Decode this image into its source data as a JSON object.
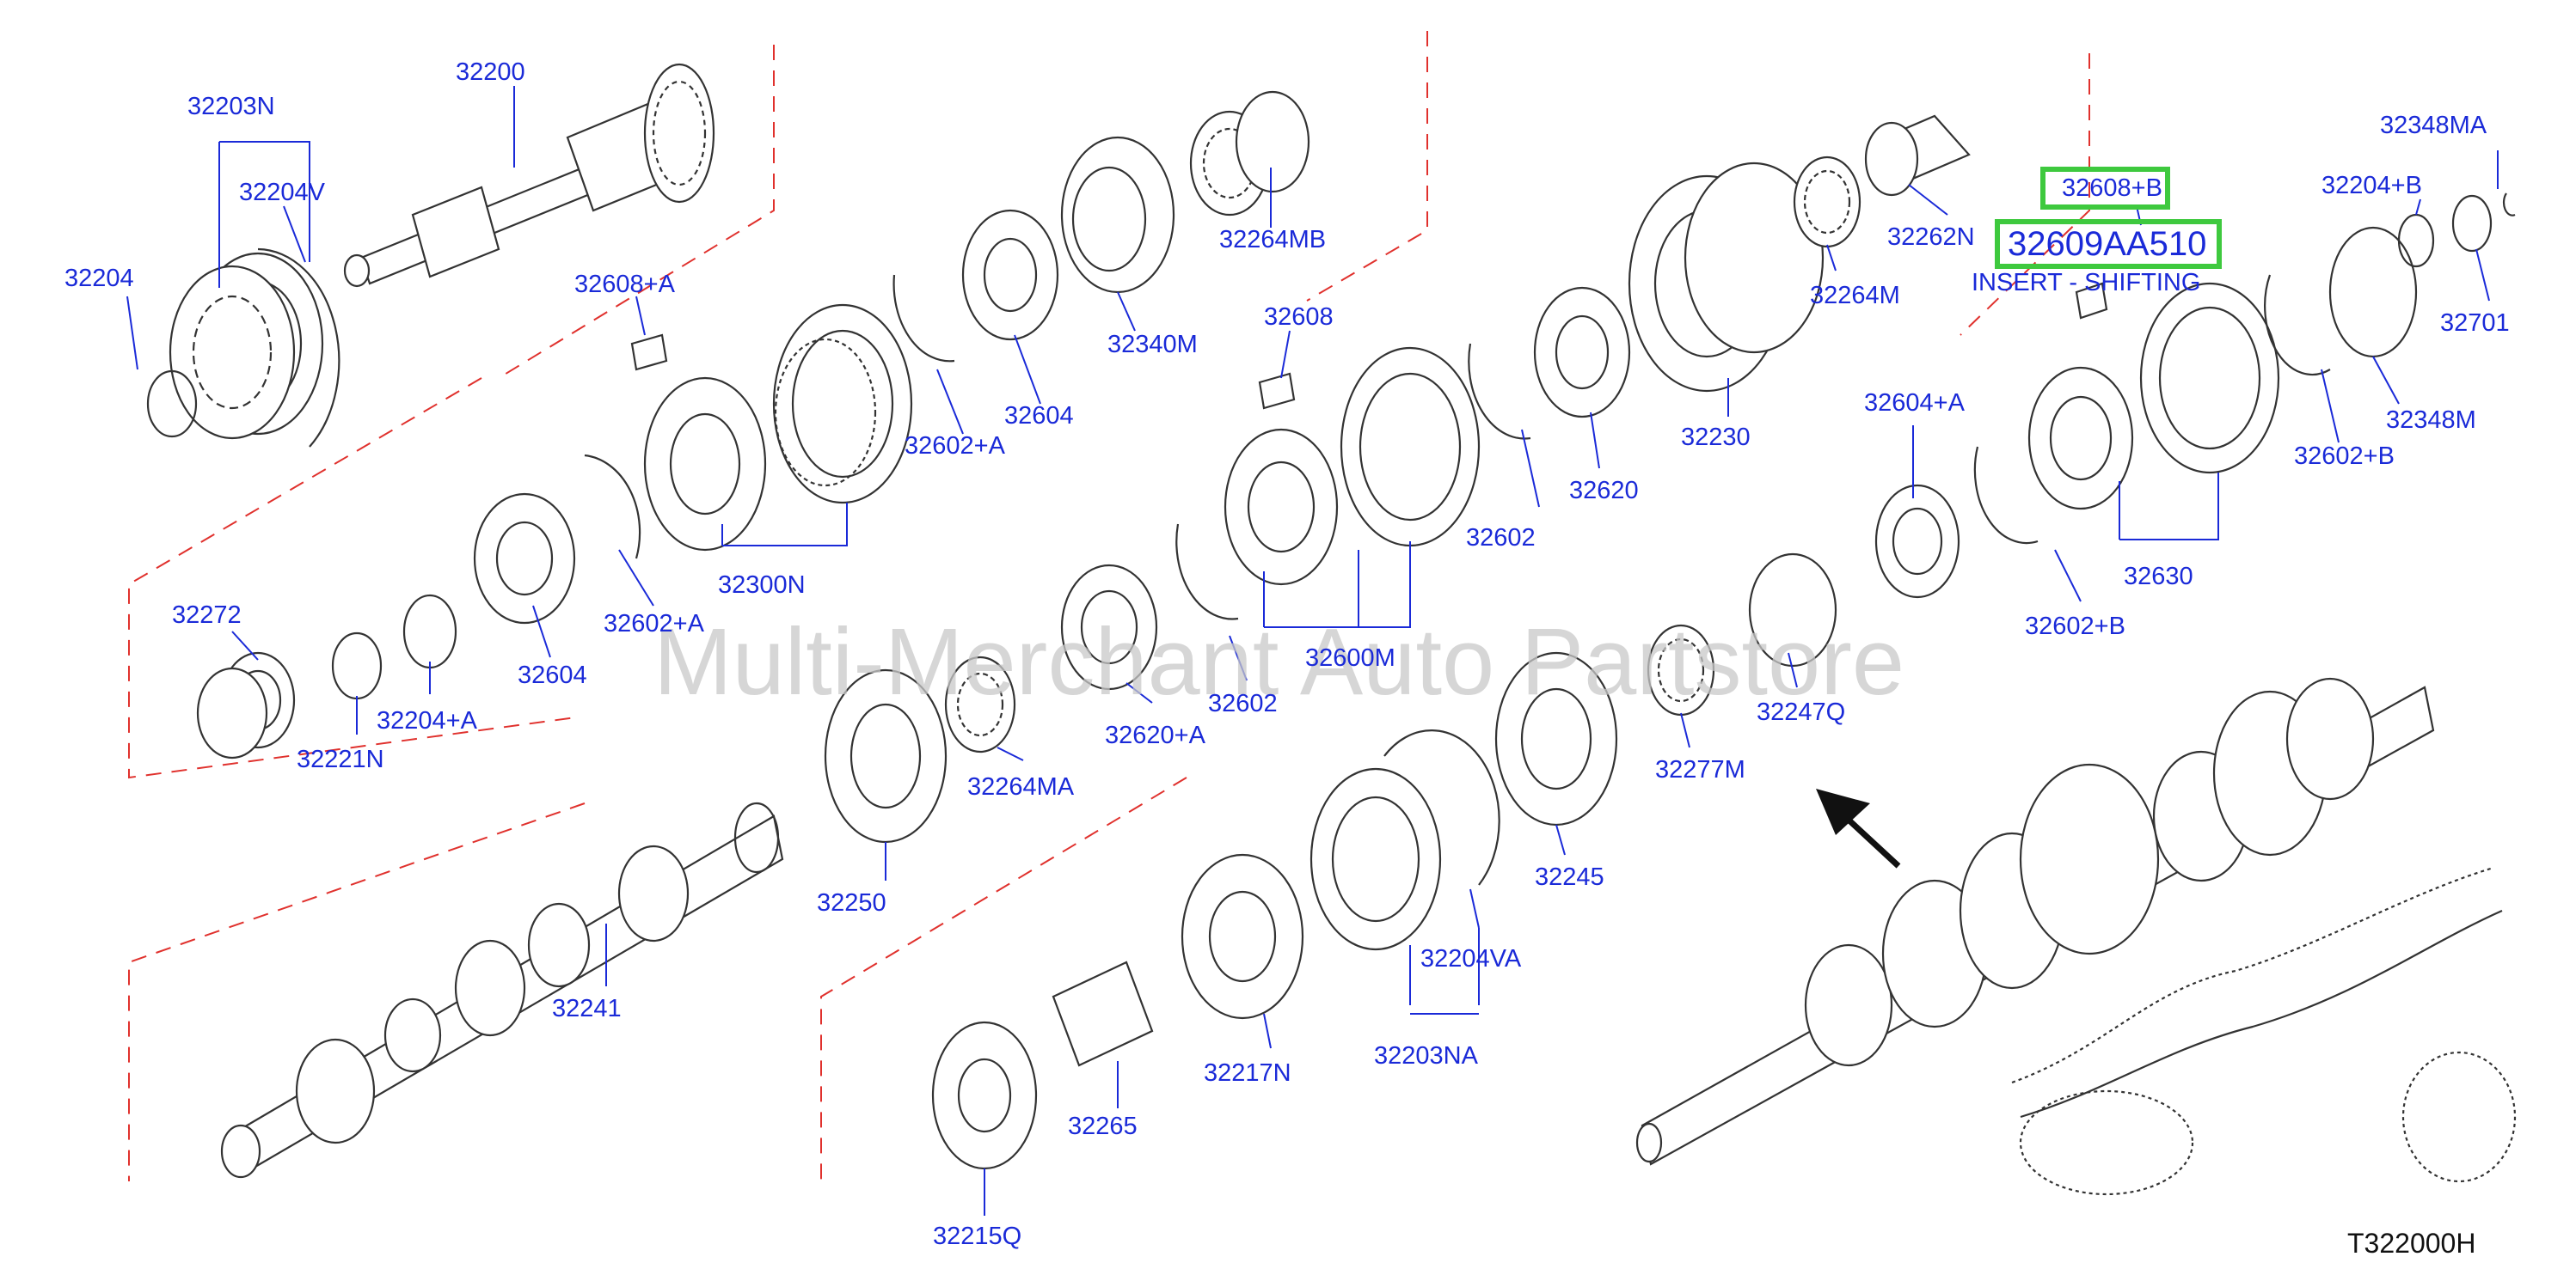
{
  "diagram": {
    "parts": [
      {
        "id": "p32200",
        "label": "32200"
      },
      {
        "id": "p32203N",
        "label": "32203N"
      },
      {
        "id": "p32204V",
        "label": "32204V"
      },
      {
        "id": "p32204",
        "label": "32204"
      },
      {
        "id": "p32608A",
        "label": "32608+A"
      },
      {
        "id": "p32264MB",
        "label": "32264MB"
      },
      {
        "id": "p32340M",
        "label": "32340M"
      },
      {
        "id": "p32604a",
        "label": "32604"
      },
      {
        "id": "p32602A_a",
        "label": "32602+A"
      },
      {
        "id": "p32300N",
        "label": "32300N"
      },
      {
        "id": "p32602A_b",
        "label": "32602+A"
      },
      {
        "id": "p32604b",
        "label": "32604"
      },
      {
        "id": "p32272",
        "label": "32272"
      },
      {
        "id": "p32204A",
        "label": "32204+A"
      },
      {
        "id": "p32221N",
        "label": "32221N"
      },
      {
        "id": "p32608",
        "label": "32608"
      },
      {
        "id": "p32602a",
        "label": "32602"
      },
      {
        "id": "p32620",
        "label": "32620"
      },
      {
        "id": "p32230",
        "label": "32230"
      },
      {
        "id": "p32264M",
        "label": "32264M"
      },
      {
        "id": "p32262N",
        "label": "32262N"
      },
      {
        "id": "p32600M",
        "label": "32600M"
      },
      {
        "id": "p32620A",
        "label": "32620+A"
      },
      {
        "id": "p32602b",
        "label": "32602"
      },
      {
        "id": "p32264MA",
        "label": "32264MA"
      },
      {
        "id": "p32250",
        "label": "32250"
      },
      {
        "id": "p32247Q",
        "label": "32247Q"
      },
      {
        "id": "p32277M",
        "label": "32277M"
      },
      {
        "id": "p32245",
        "label": "32245"
      },
      {
        "id": "p32204VA",
        "label": "32204VA"
      },
      {
        "id": "p32203NA",
        "label": "32203NA"
      },
      {
        "id": "p32217N",
        "label": "32217N"
      },
      {
        "id": "p32265",
        "label": "32265"
      },
      {
        "id": "p32215Q",
        "label": "32215Q"
      },
      {
        "id": "p32241",
        "label": "32241"
      },
      {
        "id": "p32608B",
        "label": "32608+B"
      },
      {
        "id": "p32348MA",
        "label": "32348MA"
      },
      {
        "id": "p32204B",
        "label": "32204+B"
      },
      {
        "id": "p32701",
        "label": "32701"
      },
      {
        "id": "p32348M",
        "label": "32348M"
      },
      {
        "id": "p32602B_a",
        "label": "32602+B"
      },
      {
        "id": "p32604A",
        "label": "32604+A"
      },
      {
        "id": "p32630",
        "label": "32630"
      },
      {
        "id": "p32602B_b",
        "label": "32602+B"
      }
    ],
    "highlight": {
      "code": "32609AA510",
      "description": "INSERT - SHIFTING"
    },
    "watermark": "Multi-Merchant Auto Partstore",
    "figure_code": "T322000H",
    "colors": {
      "label": "#1a2ad8",
      "leader": "#1a2ad8",
      "boundary": "#e0312d",
      "highlight_box": "#3ec93e",
      "line_art": "#333333"
    }
  }
}
